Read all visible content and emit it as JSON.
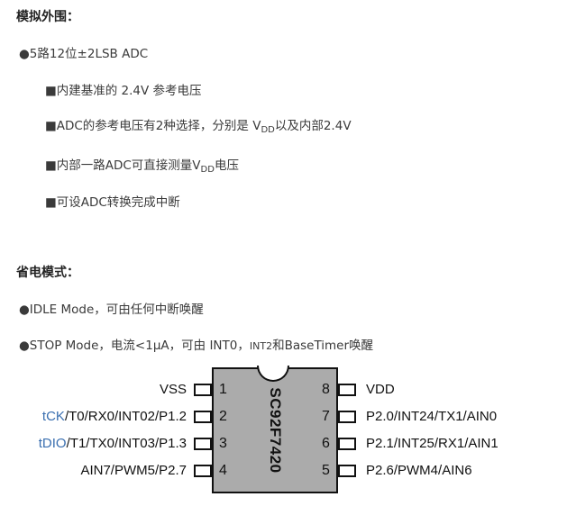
{
  "analog": {
    "heading": "模拟外围：",
    "bullet": "●5路12位±2LSB ADC",
    "items": [
      "■内建基准的 2.4V 参考电压",
      "■ADC的参考电压有2种选择，分别是 V",
      "■内部一路ADC可直接测量V",
      "■可设ADC转换完成中断"
    ],
    "vdd_sub": "DD",
    "item2_suffix": "以及内部2.4V",
    "item3_suffix": "电压"
  },
  "power": {
    "heading": "省电模式：",
    "idle": "●IDLE Mode，可由任何中断唤醒",
    "stop_prefix": "●STOP Mode，电流<1μA，可由 INT0，",
    "stop_int2": "INT2",
    "stop_suffix": "和BaseTimer唤醒"
  },
  "chip": {
    "name": "SC92F7420",
    "pins": [
      {
        "num": "1",
        "label": "VSS"
      },
      {
        "num": "2",
        "label_prefix": "tCK",
        "label": "/T0/RX0/INT02/P1.2"
      },
      {
        "num": "3",
        "label_prefix": "tDIO",
        "label": "/T1/TX0/INT03/P1.3"
      },
      {
        "num": "4",
        "label": "AIN7/PWM5/P2.7"
      },
      {
        "num": "8",
        "label": "VDD"
      },
      {
        "num": "7",
        "label": "P2.0/INT24/TX1/AIN0"
      },
      {
        "num": "6",
        "label": "P2.1/INT25/RX1/AIN1"
      },
      {
        "num": "5",
        "label": "P2.6/PWM4/AIN6"
      }
    ],
    "highlight_color": "#3a6fb0"
  }
}
